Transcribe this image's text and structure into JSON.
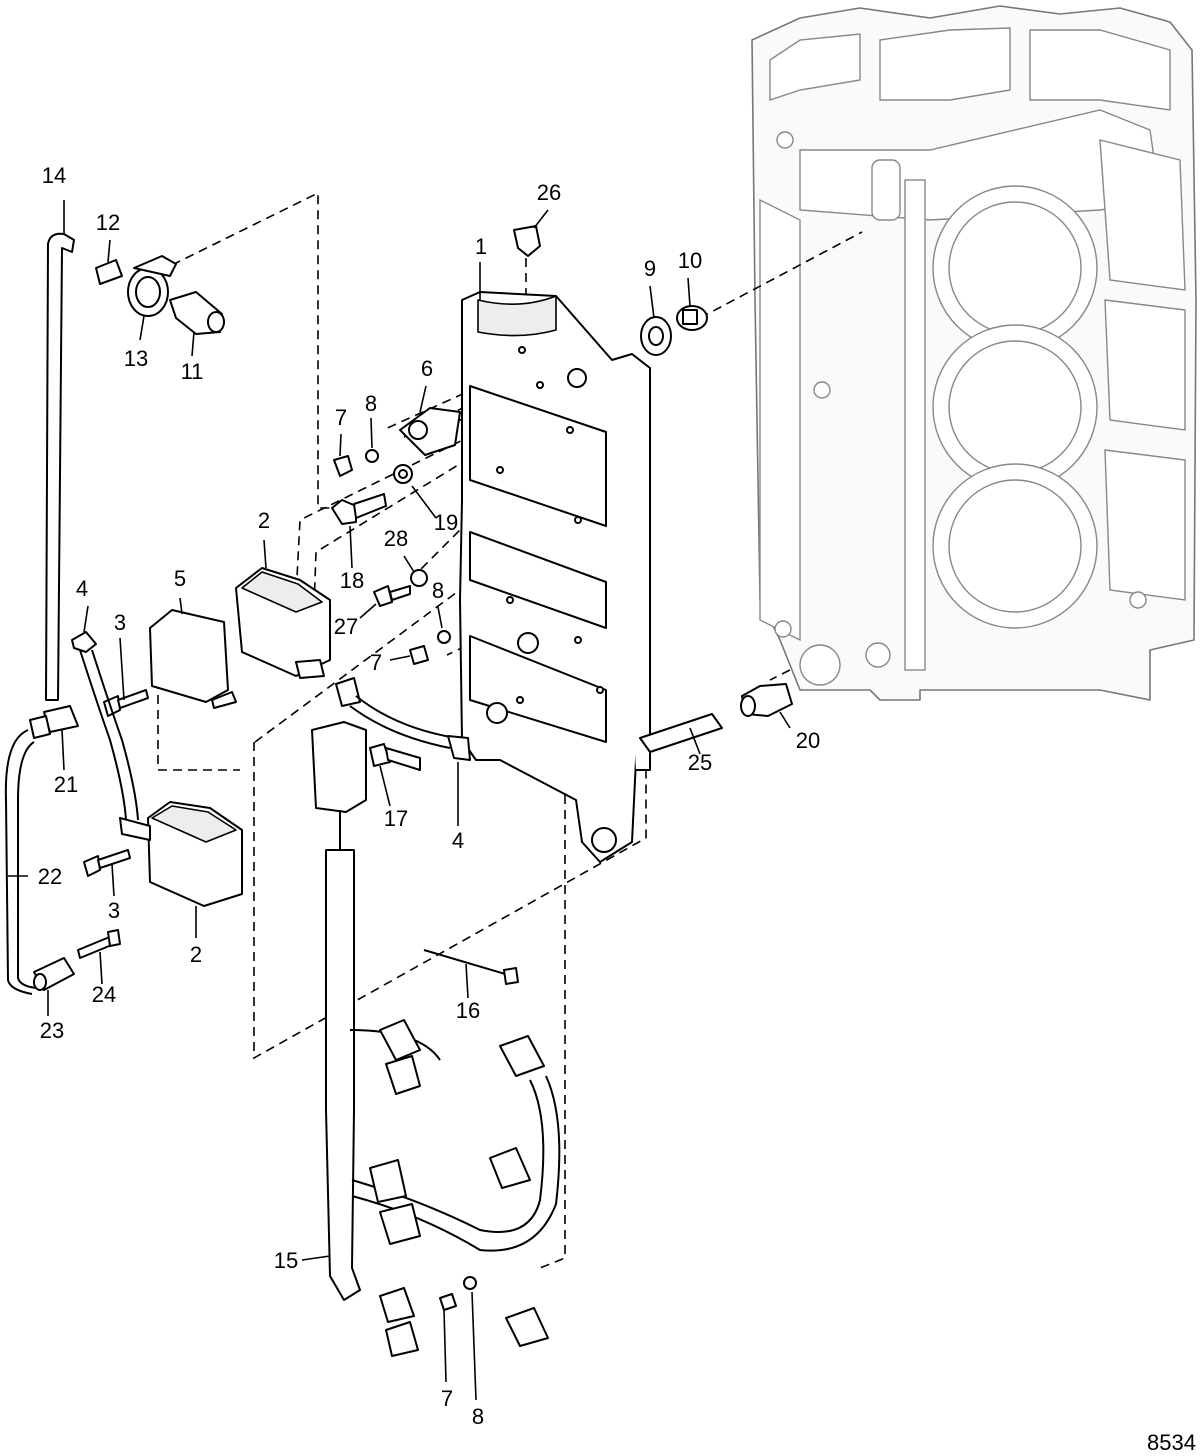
{
  "figure_number": "8534",
  "part_labels": [
    {
      "id": "1",
      "text": "1"
    },
    {
      "id": "2a",
      "text": "2"
    },
    {
      "id": "2b",
      "text": "2"
    },
    {
      "id": "3a",
      "text": "3"
    },
    {
      "id": "3b",
      "text": "3"
    },
    {
      "id": "4a",
      "text": "4"
    },
    {
      "id": "4b",
      "text": "4"
    },
    {
      "id": "5",
      "text": "5"
    },
    {
      "id": "6",
      "text": "6"
    },
    {
      "id": "7a",
      "text": "7"
    },
    {
      "id": "7b",
      "text": "7"
    },
    {
      "id": "7c",
      "text": "7"
    },
    {
      "id": "8a",
      "text": "8"
    },
    {
      "id": "8b",
      "text": "8"
    },
    {
      "id": "8c",
      "text": "8"
    },
    {
      "id": "9",
      "text": "9"
    },
    {
      "id": "10",
      "text": "10"
    },
    {
      "id": "11",
      "text": "11"
    },
    {
      "id": "12",
      "text": "12"
    },
    {
      "id": "13",
      "text": "13"
    },
    {
      "id": "14",
      "text": "14"
    },
    {
      "id": "15",
      "text": "15"
    },
    {
      "id": "16",
      "text": "16"
    },
    {
      "id": "17",
      "text": "17"
    },
    {
      "id": "18",
      "text": "18"
    },
    {
      "id": "19",
      "text": "19"
    },
    {
      "id": "20",
      "text": "20"
    },
    {
      "id": "21",
      "text": "21"
    },
    {
      "id": "22",
      "text": "22"
    },
    {
      "id": "23",
      "text": "23"
    },
    {
      "id": "24",
      "text": "24"
    },
    {
      "id": "25",
      "text": "25"
    },
    {
      "id": "26",
      "text": "26"
    },
    {
      "id": "27",
      "text": "27"
    },
    {
      "id": "28",
      "text": "28"
    }
  ]
}
